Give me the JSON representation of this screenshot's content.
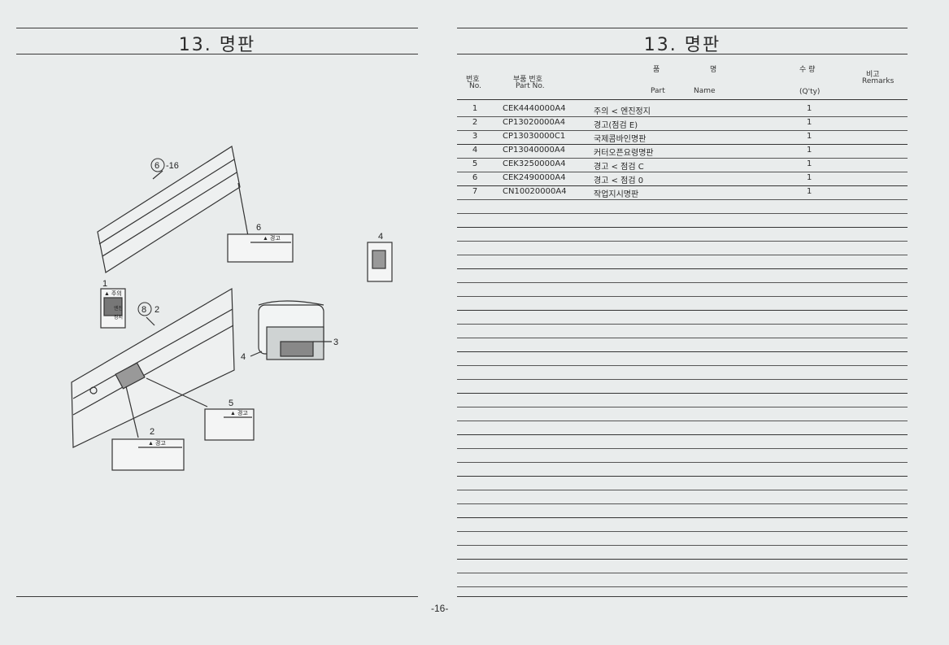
{
  "left_page": {
    "title": "13. 명판"
  },
  "right_page": {
    "title": "13. 명판",
    "headers": {
      "no_ko": "번호",
      "no_en": "No.",
      "part_no_ko": "부품 번호",
      "part_no_en": "Part  No.",
      "name_ko_1": "품",
      "name_ko_2": "명",
      "name_en_1": "Part",
      "name_en_2": "Name",
      "qty_ko": "수  량",
      "qty_en": "(Q'ty)",
      "remarks_ko": "비고",
      "remarks_en": "Remarks"
    },
    "rows": [
      {
        "no": "1",
        "part_no": "CEK4440000A4",
        "name": "주의 < 엔진정지",
        "qty": "1"
      },
      {
        "no": "2",
        "part_no": "CP13020000A4",
        "name": "경고(점검 E)",
        "qty": "1"
      },
      {
        "no": "3",
        "part_no": "CP13030000C1",
        "name": "국제콤바인명판",
        "qty": "1"
      },
      {
        "no": "4",
        "part_no": "CP13040000A4",
        "name": "커터오픈요령명판",
        "qty": "1"
      },
      {
        "no": "5",
        "part_no": "CEK3250000A4",
        "name": "경고 < 점검 C",
        "qty": "1"
      },
      {
        "no": "6",
        "part_no": "CEK2490000A4",
        "name": "경고 < 점검 0",
        "qty": "1"
      },
      {
        "no": "7",
        "part_no": "CN10020000A4",
        "name": "작업지시명판",
        "qty": "1"
      }
    ]
  },
  "diagram": {
    "callouts": [
      "⑥-16",
      "6",
      "4",
      "1",
      "⑧-2",
      "3",
      "4",
      "5",
      "2"
    ],
    "label_text": {
      "warning": "경고",
      "caution": "주의",
      "eng": "엔진",
      "stop": "정지"
    }
  },
  "page_number": "-16-"
}
